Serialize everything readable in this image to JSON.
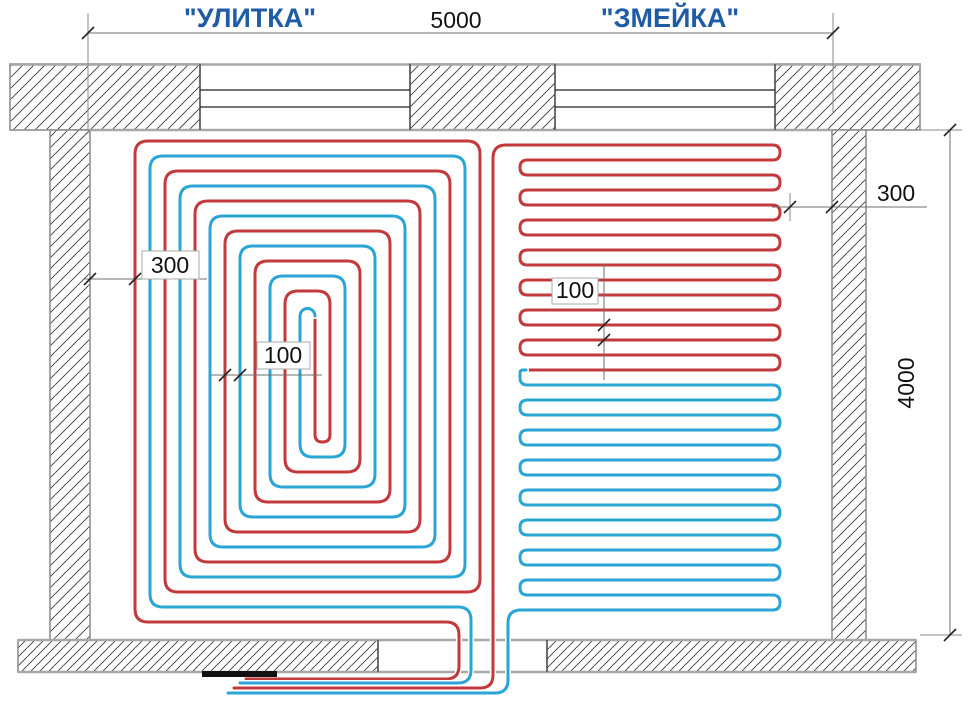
{
  "titles": {
    "left": "\"УЛИТКА\"",
    "right": "\"ЗМЕЙКА\""
  },
  "dimensions": {
    "room_width": "5000",
    "room_height": "4000",
    "spiral_edge_offset": "300",
    "spiral_pipe_spacing": "100",
    "serpentine_edge_offset": "300",
    "serpentine_pipe_spacing": "100"
  },
  "colors": {
    "supply_pipe": "#c23a3c",
    "return_pipe": "#2aa5d5",
    "title_text": "#1e5ca6",
    "manifold": "#111111"
  }
}
